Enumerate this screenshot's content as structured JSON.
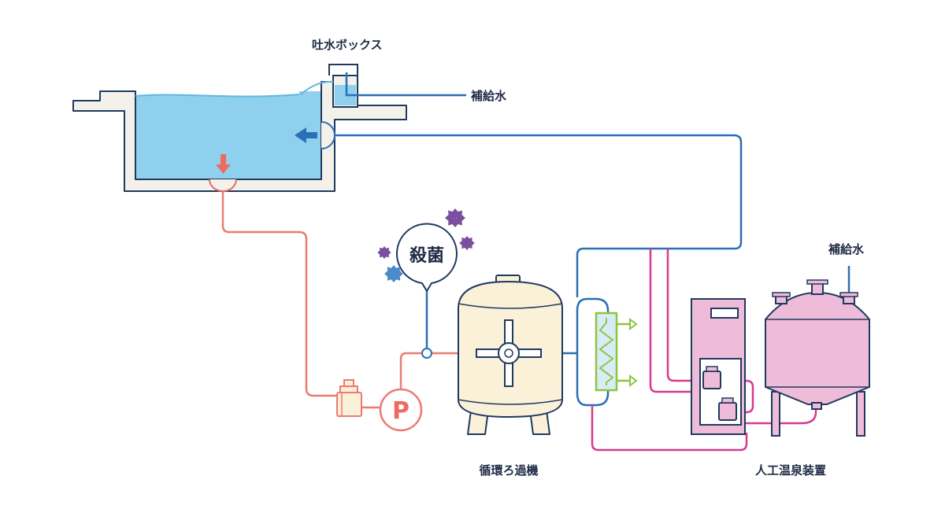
{
  "labels": {
    "spout_box": "吐水ボックス",
    "makeup_water_top": "補給水",
    "sterilization": "殺菌",
    "makeup_water_right": "補給水",
    "pump_symbol": "P",
    "circulation_filter": "循環ろ過機",
    "artificial_hot_spring": "人工温泉装置"
  },
  "colors": {
    "pipe_blue": "#2b6fb5",
    "pipe_red": "#ec7a72",
    "pipe_magenta": "#d63a8f",
    "pipe_green": "#8cc63f",
    "water": "#8fd0ee",
    "tank_wall": "#f4f1ea",
    "outline": "#1f3a5f",
    "filter_body": "#fbf1d9",
    "device_pink": "#eebbd9",
    "germ_purple": "#7b4fa0",
    "germ_blue": "#4a8bc9",
    "text": "#1f2a44"
  },
  "icons": [
    "down-arrow-icon",
    "left-arrow-icon",
    "germ-icon",
    "pump-icon",
    "valve-icon"
  ]
}
